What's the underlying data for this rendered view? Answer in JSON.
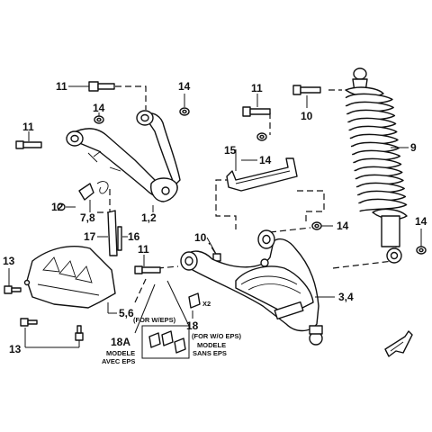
{
  "callouts": {
    "c11a": "11",
    "c14a": "14",
    "c11b": "11",
    "c14b": "14",
    "c11c": "11",
    "c10a": "10",
    "c9": "9",
    "c15": "15",
    "c14c": "14",
    "c12": "12",
    "c78": "7,8",
    "c12b": "1,2",
    "c17": "17",
    "c16": "16",
    "c10b": "10",
    "c14d": "14",
    "c14e": "14",
    "c13a": "13",
    "c11d": "11",
    "c34": "3,4",
    "c56": "5,6",
    "cx2": "X2",
    "c18": "18",
    "c13b": "13",
    "c18a": "18A"
  },
  "notes": {
    "for_w_eps": "(FOR W/EPS)",
    "for_wo_eps": "(FOR W/O EPS)",
    "modele_avec_eps_1": "MODELE",
    "modele_avec_eps_2": "AVEC EPS",
    "modele_sans_eps_1": "MODELE",
    "modele_sans_eps_2": "SANS EPS"
  }
}
